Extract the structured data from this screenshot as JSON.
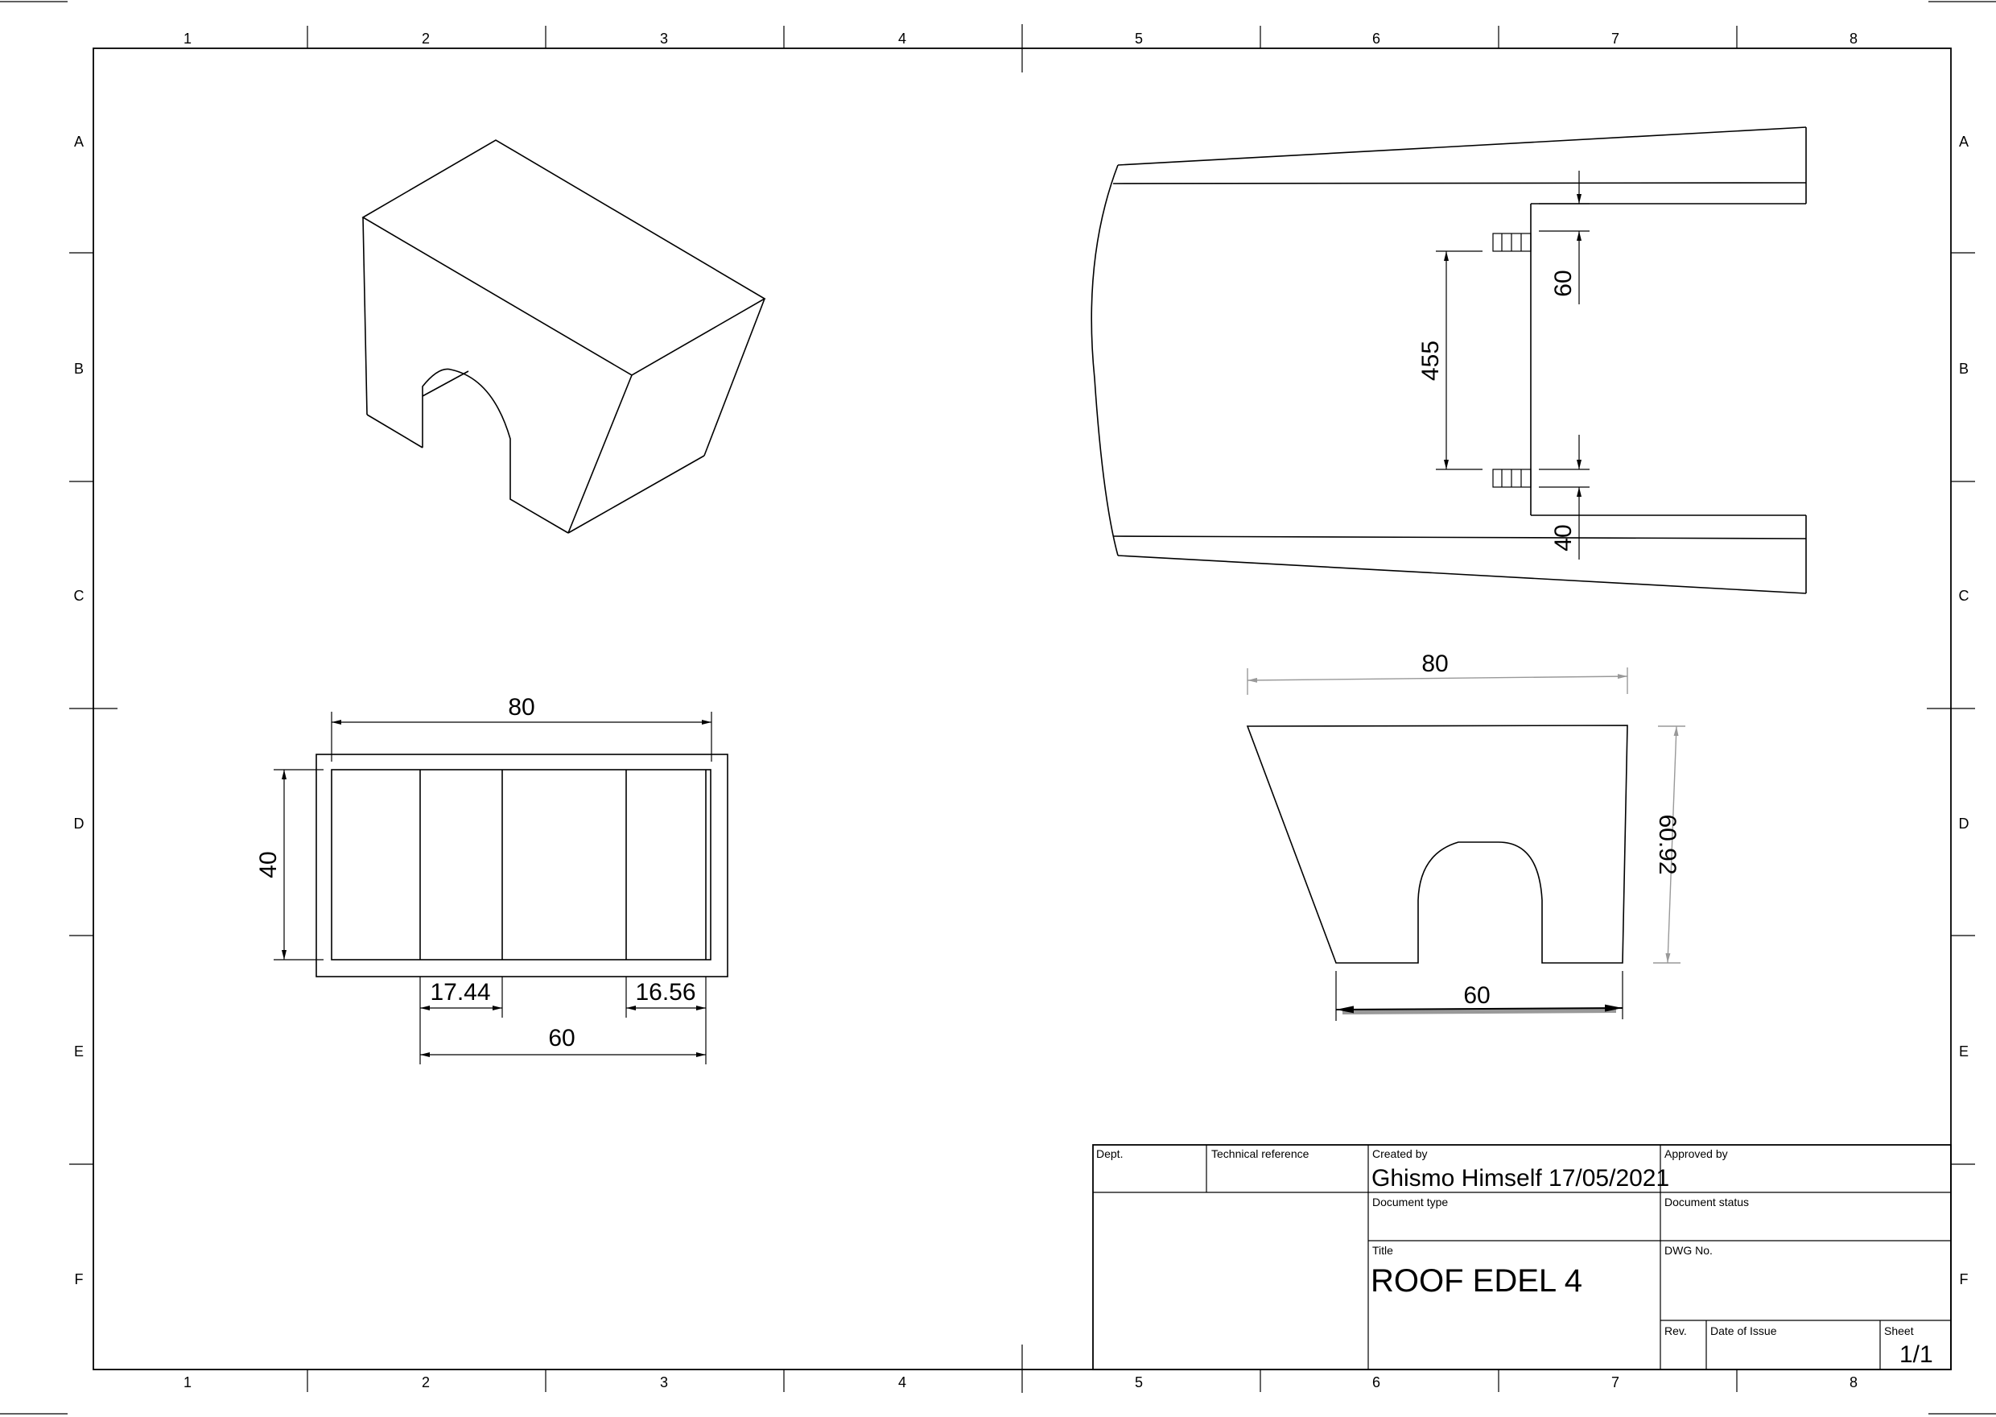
{
  "zones": {
    "columns": [
      "1",
      "2",
      "3",
      "4",
      "5",
      "6",
      "7",
      "8"
    ],
    "rows": [
      "A",
      "B",
      "C",
      "D",
      "E",
      "F"
    ]
  },
  "dimensions": {
    "front_width_top": "80",
    "front_height": "40",
    "front_seg_left": "17.44",
    "front_seg_right": "16.56",
    "front_bottom": "60",
    "top_view_span": "455",
    "top_view_upper": "60",
    "top_view_lower": "40",
    "side_width_top": "80",
    "side_width_bottom": "60",
    "side_height_partial": "60.92"
  },
  "title_block": {
    "dept_label": "Dept.",
    "tech_ref_label": "Technical reference",
    "created_by_label": "Created by",
    "created_by_value": "Ghismo Himself 17/05/2021",
    "approved_by_label": "Approved by",
    "doc_type_label": "Document type",
    "doc_status_label": "Document status",
    "title_label": "Title",
    "title_value": "ROOF EDEL 4",
    "dwg_no_label": "DWG No.",
    "rev_label": "Rev.",
    "date_issue_label": "Date of Issue",
    "sheet_label": "Sheet",
    "sheet_value": "1/1"
  }
}
